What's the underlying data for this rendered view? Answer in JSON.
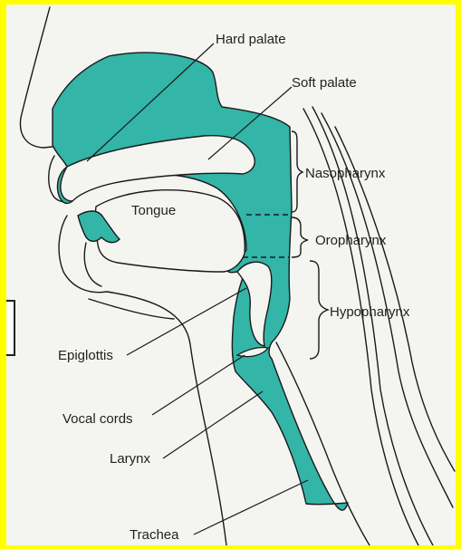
{
  "labels": {
    "hard_palate": "Hard palate",
    "soft_palate": "Soft palate",
    "nasopharynx": "Nasopharynx",
    "tongue": "Tongue",
    "oropharynx": "Oropharynx",
    "hypopharynx": "Hypopharynx",
    "epiglottis": "Epiglottis",
    "vocal_cords": "Vocal cords",
    "larynx": "Larynx",
    "trachea": "Trachea"
  },
  "colors": {
    "airway_fill": "#33b5a8",
    "outline": "#1a1a1a",
    "background": "#f4f4f1",
    "border": "#ffff00"
  }
}
